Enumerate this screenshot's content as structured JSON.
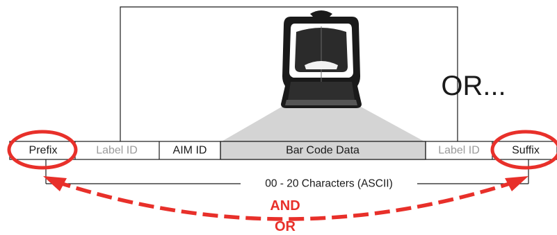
{
  "diagram": {
    "or_label": "OR...",
    "segments": {
      "prefix": "Prefix",
      "label_id_left": "Label ID",
      "aim_id": "AIM ID",
      "bar_code_data": "Bar Code Data",
      "label_id_right": "Label ID",
      "suffix": "Suffix"
    },
    "length_label": "00 - 20 Characters (ASCII)",
    "and_label": "AND",
    "or_label_small": "OR"
  },
  "colors": {
    "highlight_red": "#e8302a",
    "beam_gray": "#d4d4d4",
    "muted_text": "#9a9a9a",
    "line_black": "#1a1a1a"
  },
  "icons": {
    "scanner": "barcode-scanner-icon"
  }
}
